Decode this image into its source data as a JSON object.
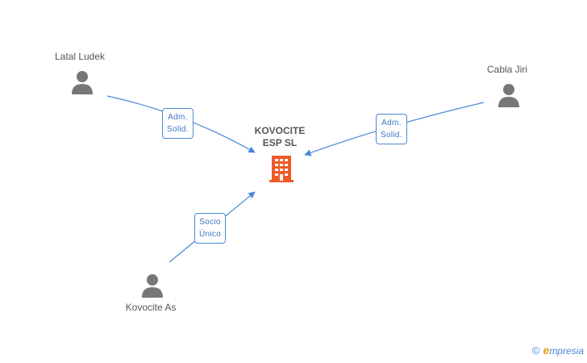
{
  "company": {
    "name_line1": "KOVOCITE",
    "name_line2": "ESP SL"
  },
  "persons": [
    {
      "name": "Latal Ludek"
    },
    {
      "name": "Cabla Jiri"
    },
    {
      "name": "Kovocite As"
    }
  ],
  "relations": [
    {
      "line1": "Adm.",
      "line2": "Solid."
    },
    {
      "line1": "Adm.",
      "line2": "Solid."
    },
    {
      "line1": "Socio",
      "line2": "Único"
    }
  ],
  "footer": {
    "copyright_symbol": "©",
    "brand_initial": "e",
    "brand_rest": "mpresia"
  },
  "colors": {
    "edge": "#4a88d8",
    "company_icon": "#f05a28",
    "person_icon": "#777777"
  }
}
